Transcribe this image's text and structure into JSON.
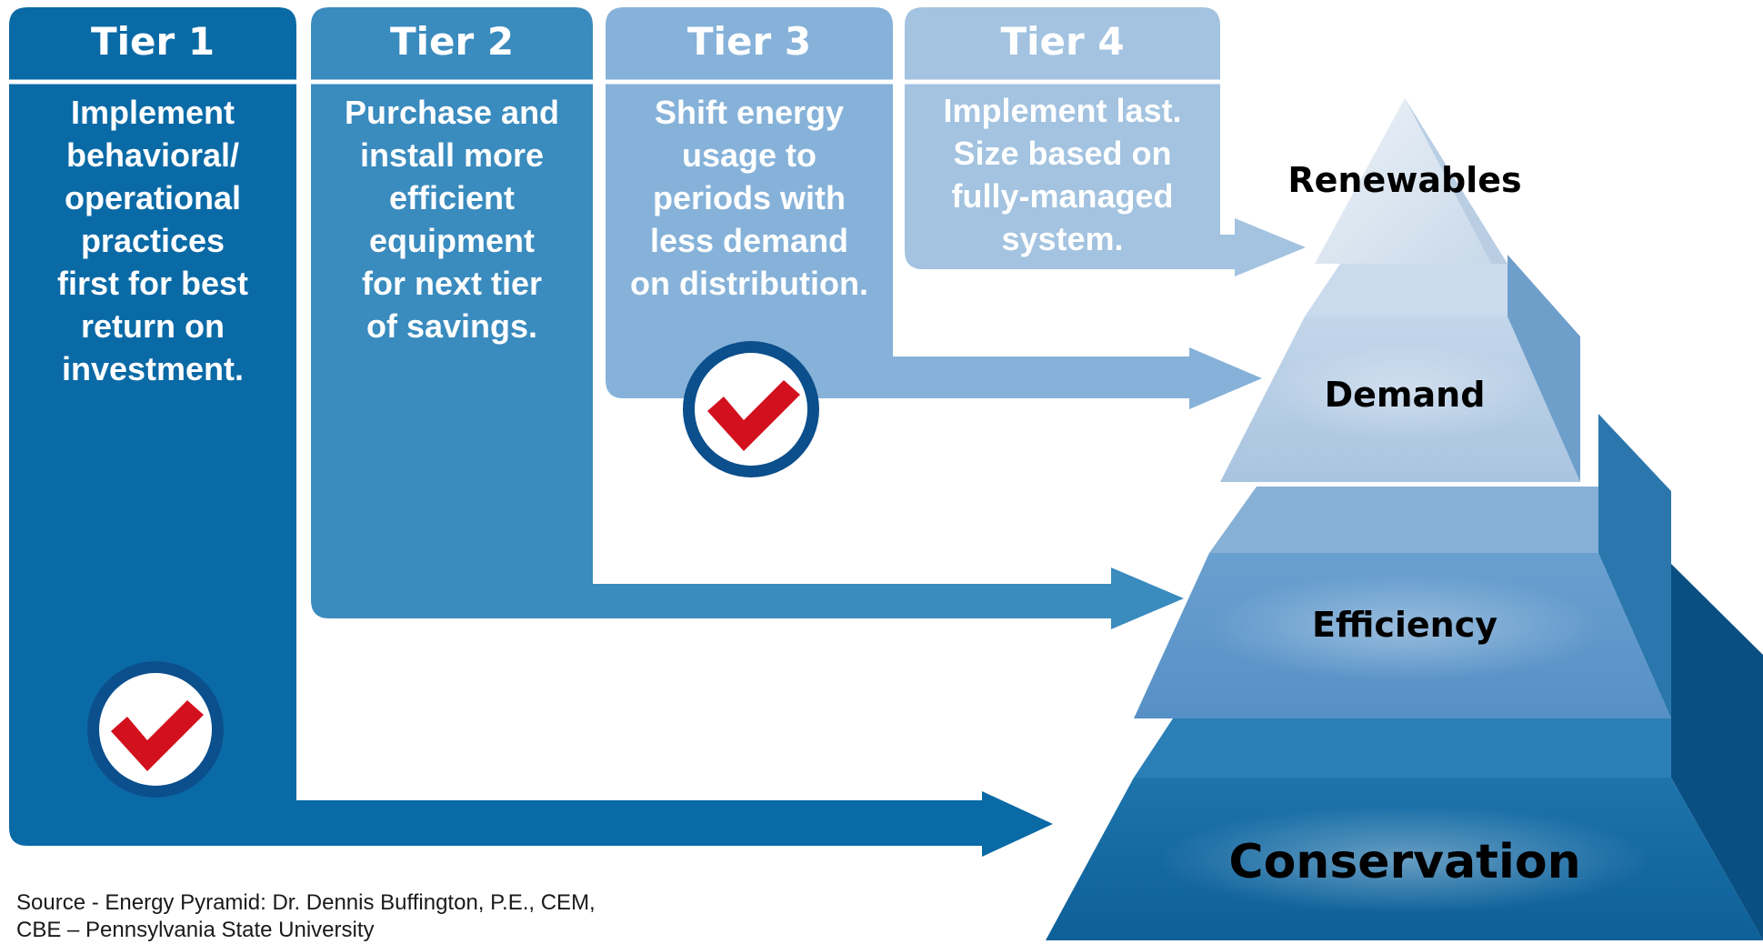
{
  "tiers": [
    {
      "title": "Tier 1",
      "description": "Implement\nbehavioral/\noperational\npractices\nfirst for best\nreturn on\ninvestment."
    },
    {
      "title": "Tier 2",
      "description": "Purchase and\ninstall more\nefficient\nequipment\nfor next tier\nof savings."
    },
    {
      "title": "Tier 3",
      "description": "Shift energy\nusage to\nperiods with\nless demand\non distribution."
    },
    {
      "title": "Tier 4",
      "description": "Implement last.\nSize based on\nfully-managed\nsystem."
    }
  ],
  "pyramid_levels": {
    "renewables": "Renewables",
    "demand": "Demand",
    "efficiency": "Efficiency",
    "conservation": "Conservation"
  },
  "source": "Source - Energy Pyramid: Dr. Dennis Buffington, P.E., CEM,\nCBE – Pennsylvania State University",
  "colors": {
    "tier1": "#0a6aa6",
    "tier2": "#3a8bbe",
    "tier3": "#86b2d9",
    "tier4": "#a3c3e0",
    "check_ring": "#0b4f8c",
    "check_mark": "#d3101e"
  },
  "icons": [
    "check-circle-icon",
    "check-circle-icon"
  ]
}
